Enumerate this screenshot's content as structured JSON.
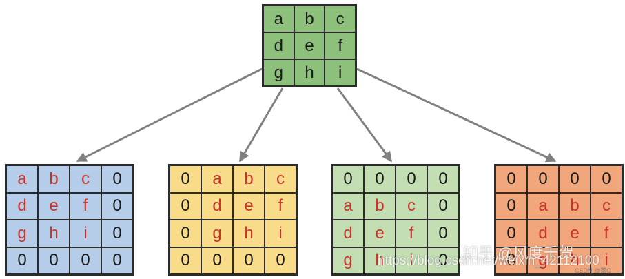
{
  "colors": {
    "top": "#8dc07a",
    "blue": "#b5cde8",
    "yellow": "#f9dc8a",
    "green": "#c4deb4",
    "orange": "#f2a67c",
    "letter": "#c8342c",
    "zero": "#1a1a1a",
    "arrow": "#808080",
    "border": "#2b2b2b"
  },
  "source": {
    "cells": [
      "a",
      "b",
      "c",
      "d",
      "e",
      "f",
      "g",
      "h",
      "i"
    ]
  },
  "padded": [
    {
      "color": "blue",
      "cells": [
        "a",
        "b",
        "c",
        "0",
        "d",
        "e",
        "f",
        "0",
        "g",
        "h",
        "i",
        "0",
        "0",
        "0",
        "0",
        "0"
      ]
    },
    {
      "color": "yellow",
      "cells": [
        "0",
        "a",
        "b",
        "c",
        "0",
        "d",
        "e",
        "f",
        "0",
        "g",
        "h",
        "i",
        "0",
        "0",
        "0",
        "0"
      ]
    },
    {
      "color": "green",
      "cells": [
        "0",
        "0",
        "0",
        "0",
        "a",
        "b",
        "c",
        "0",
        "d",
        "e",
        "f",
        "0",
        "g",
        "h",
        "i",
        "0"
      ]
    },
    {
      "color": "orange",
      "cells": [
        "0",
        "0",
        "0",
        "0",
        "0",
        "a",
        "b",
        "c",
        "0",
        "d",
        "e",
        "f",
        "0",
        "g",
        "h",
        "i"
      ]
    }
  ],
  "watermark": {
    "brand": "知乎 @风度千贺",
    "url": "https://blog.csdn.net/weixin_42112100",
    "csdn": "CSDN @落C"
  }
}
